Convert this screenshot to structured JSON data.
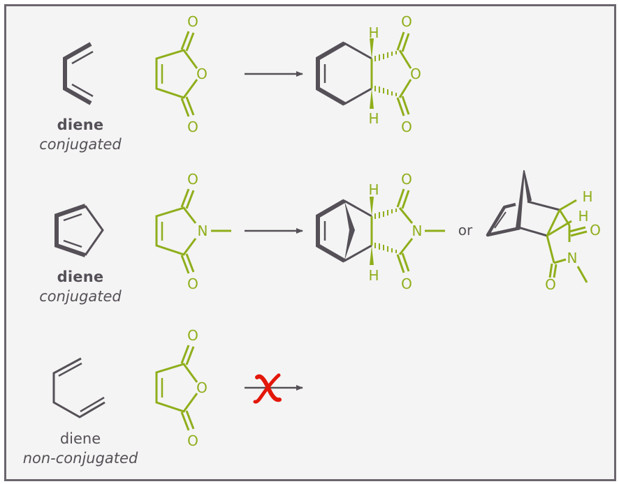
{
  "colors": {
    "frame_border": "#6b666d",
    "background": "#f4f4f4",
    "diene": "#555057",
    "dienophile": "#8fae1b",
    "blocked_x": "#e3170a"
  },
  "rows": [
    {
      "diene_label": "diene",
      "diene_sublabel": "conjugated",
      "diene_structure": "1,3-butadiene",
      "dienophile": "maleic anhydride",
      "reaction_arrow": "forward",
      "product": "cis-4-cyclohexene-1,2-dicarboxylic anhydride",
      "atoms": {
        "o1": "O",
        "o2": "O",
        "o3": "O",
        "h1": "H",
        "h2": "H"
      }
    },
    {
      "diene_label": "diene",
      "diene_sublabel": "conjugated",
      "diene_structure": "cyclopentadiene",
      "dienophile": "N-methylmaleimide",
      "reaction_arrow": "forward",
      "product": "endo bicyclic adduct",
      "alternative_connector": "or",
      "alternative_product": "3D perspective bicyclic adduct",
      "atoms": {
        "o": "O",
        "n": "N",
        "h": "H"
      }
    },
    {
      "diene_label": "diene",
      "diene_sublabel": "non-conjugated",
      "diene_structure": "1,4-pentadiene",
      "dienophile": "maleic anhydride",
      "reaction_arrow": "blocked",
      "blocked_mark": "✗",
      "atoms": {
        "o": "O"
      }
    }
  ]
}
